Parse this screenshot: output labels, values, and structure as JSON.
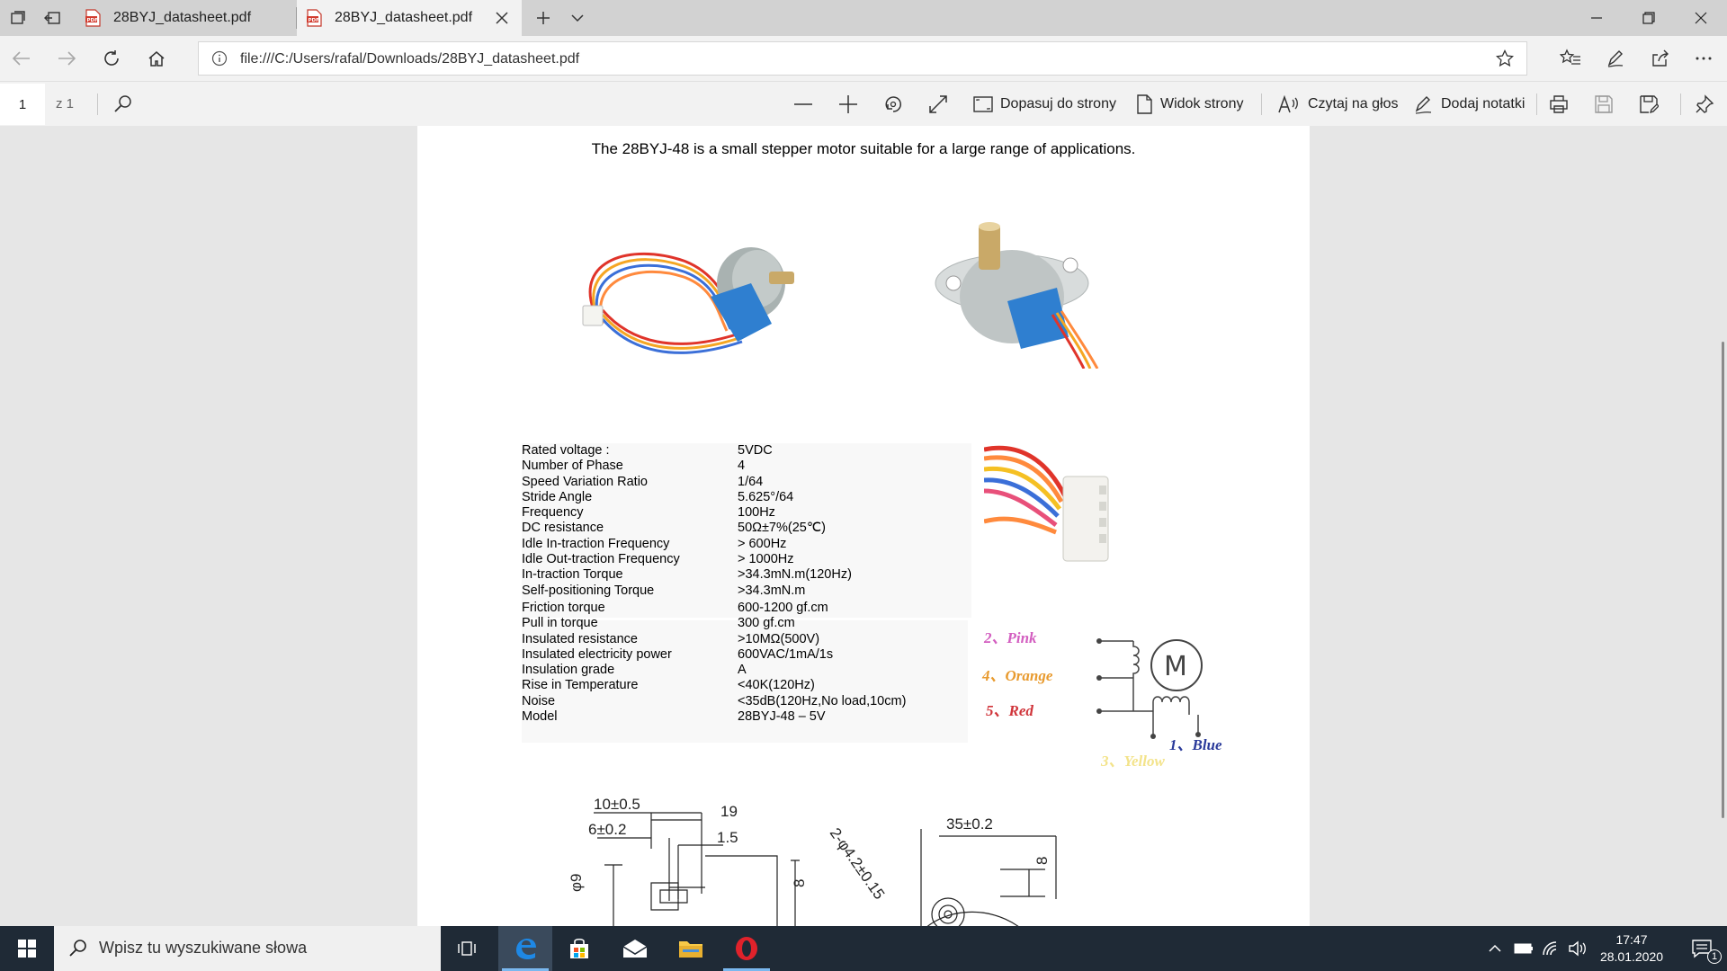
{
  "browser": {
    "tabs": [
      {
        "title": "28BYJ_datasheet.pdf",
        "active": false
      },
      {
        "title": "28BYJ_datasheet.pdf",
        "active": true
      }
    ],
    "url": "file:///C:/Users/rafal/Downloads/28BYJ_datasheet.pdf"
  },
  "pdf_toolbar": {
    "page_current": "1",
    "page_total": "z 1",
    "fit_page": "Dopasuj do strony",
    "page_view": "Widok strony",
    "read_aloud": "Czytaj na głos",
    "add_notes": "Dodaj notatki"
  },
  "document": {
    "intro": "The 28BYJ-48 is a small stepper motor suitable for a large range of applications.",
    "specs": [
      {
        "label": "Rated voltage  :",
        "value": "5VDC"
      },
      {
        "label": "Number of Phase",
        "value": "4"
      },
      {
        "label": "Speed Variation Ratio",
        "value": "1/64"
      },
      {
        "label": "Stride Angle",
        "value": "5.625°/64"
      },
      {
        "label": "Frequency",
        "value": "100Hz"
      },
      {
        "label": "DC resistance",
        "value": "50Ω±7%(25℃)"
      },
      {
        "label": "Idle In-traction Frequency",
        "value": "> 600Hz"
      },
      {
        "label": "Idle Out-traction Frequency",
        "value": "> 1000Hz"
      },
      {
        "label": "In-traction Torque",
        "value": ">34.3mN.m(120Hz)"
      },
      {
        "label": "Self-positioning Torque",
        "value": ">34.3mN.m"
      },
      {
        "label": "Friction torque",
        "value": "600-1200 gf.cm"
      },
      {
        "label": "Pull in torque",
        "value": "300 gf.cm"
      },
      {
        "label": "Insulated resistance",
        "value": ">10MΩ(500V)"
      },
      {
        "label": "Insulated electricity power",
        "value": "600VAC/1mA/1s"
      },
      {
        "label": "Insulation grade",
        "value": "A"
      },
      {
        "label": "Rise in Temperature",
        "value": "<40K(120Hz)"
      },
      {
        "label": "Noise",
        "value": "<35dB(120Hz,No load,10cm)"
      },
      {
        "label": "Model",
        "value": "28BYJ-48 – 5V"
      }
    ],
    "wiring": {
      "pink": "2、Pink",
      "orange": "4、Orange",
      "red": "5、Red",
      "blue": "1、Blue",
      "yellow": "3、Yellow",
      "motor": "M"
    },
    "dimensions": {
      "d1": "10±0.5",
      "d2": "6±0.2",
      "d3": "19",
      "d4": "1.5",
      "d5": "φ9",
      "d6": "8",
      "d7": "2-φ4.2±0.15",
      "d8": "35±0.2",
      "d9": "8"
    }
  },
  "taskbar": {
    "search_placeholder": "Wpisz tu wyszukiwane słowa",
    "time": "17:47",
    "date": "28.01.2020",
    "notification_count": "1"
  },
  "colors": {
    "edge_blue": "#0078d7",
    "pdf_red": "#d23b2e",
    "taskbar": "#1f2a36"
  }
}
